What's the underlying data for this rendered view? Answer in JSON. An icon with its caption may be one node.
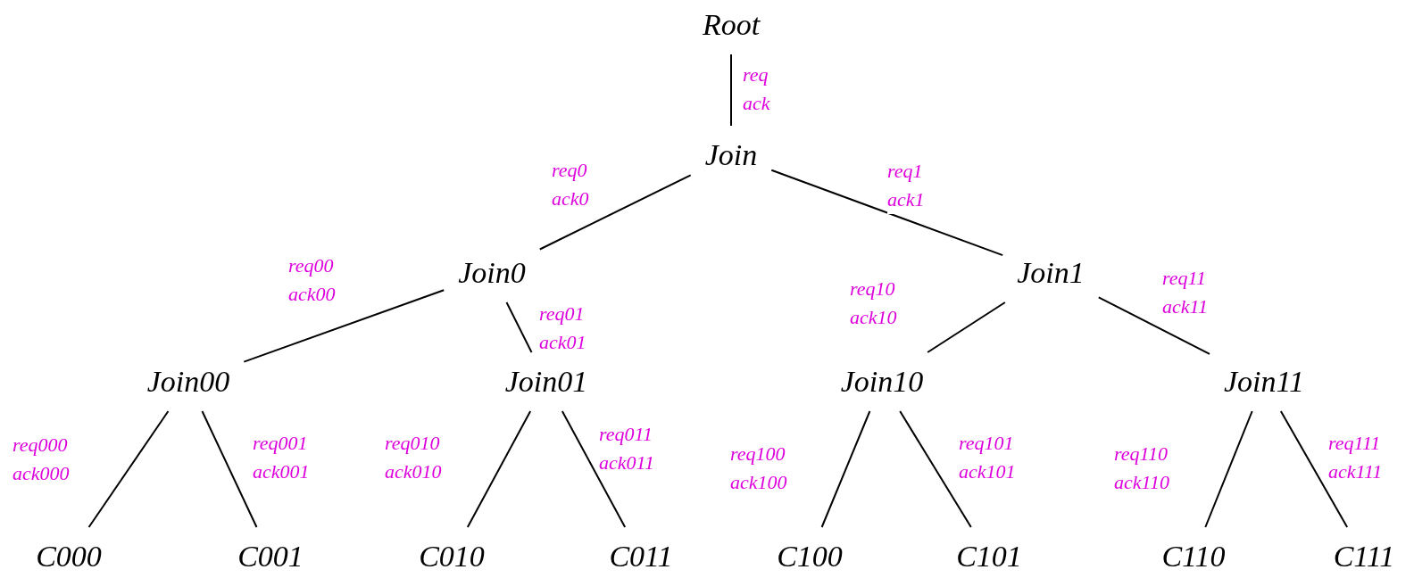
{
  "diagram": {
    "nodes": [
      {
        "text": [
          "Root"
        ]
      },
      {
        "text": [
          "Join"
        ]
      },
      {
        "text": [
          "Join0"
        ]
      },
      {
        "text": [
          "Join1"
        ]
      },
      {
        "text": [
          "Join00"
        ]
      },
      {
        "text": [
          "Join01"
        ]
      },
      {
        "text": [
          "Join10"
        ]
      },
      {
        "text": [
          "Join11"
        ]
      },
      {
        "text": [
          "C000"
        ]
      },
      {
        "text": [
          "C001"
        ]
      },
      {
        "text": [
          "C010"
        ]
      },
      {
        "text": [
          "C011"
        ]
      },
      {
        "text": [
          "C100"
        ]
      },
      {
        "text": [
          "C101"
        ]
      },
      {
        "text": [
          "C110"
        ]
      },
      {
        "text": [
          "C111"
        ]
      }
    ],
    "edges": [
      {
        "from": 0,
        "to": 1,
        "arrow": "none",
        "label": "req ack"
      },
      {
        "from": 1,
        "to": 2,
        "arrow": "none",
        "label": "req0 ack0"
      },
      {
        "from": 1,
        "to": 3,
        "arrow": "none",
        "label": "req1 ack1"
      },
      {
        "from": 2,
        "to": 4,
        "arrow": "none",
        "label": "req00 ack00"
      },
      {
        "from": 2,
        "to": 5,
        "arrow": "none",
        "label": "req01 ack01"
      },
      {
        "from": 3,
        "to": 6,
        "arrow": "none",
        "label": "req10 ack10"
      },
      {
        "from": 3,
        "to": 7,
        "arrow": "none",
        "label": "req11 ack11"
      },
      {
        "from": 4,
        "to": 8,
        "arrow": "none",
        "label": "req000 ack000"
      },
      {
        "from": 4,
        "to": 9,
        "arrow": "none",
        "label": "req001 ack001"
      },
      {
        "from": 5,
        "to": 10,
        "arrow": "none",
        "label": "req010 ack010"
      },
      {
        "from": 5,
        "to": 11,
        "arrow": "none",
        "label": "req011 ack011"
      },
      {
        "from": 6,
        "to": 12,
        "arrow": "none",
        "label": "req100 ack100"
      },
      {
        "from": 6,
        "to": 13,
        "arrow": "none",
        "label": "req101 ack101"
      },
      {
        "from": 7,
        "to": 14,
        "arrow": "none",
        "label": "req110 ack110"
      },
      {
        "from": 7,
        "to": 15,
        "arrow": "none",
        "label": "req111 ack111"
      }
    ]
  }
}
